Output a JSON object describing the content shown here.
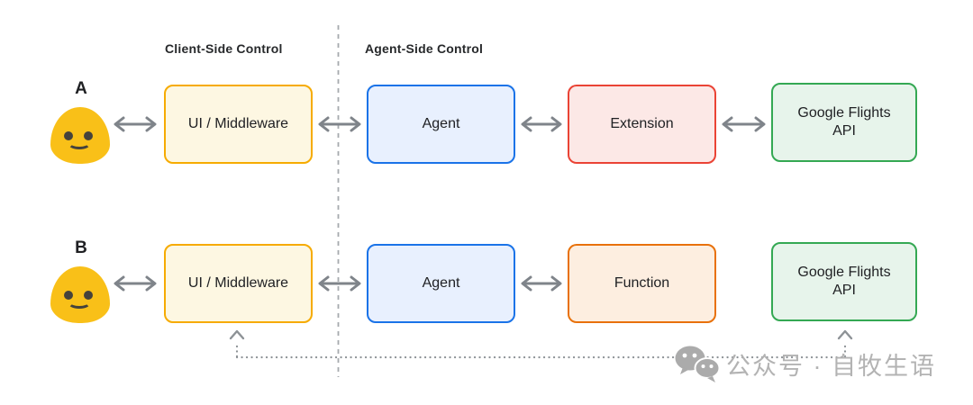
{
  "diagram": {
    "headers": {
      "client_side": "Client-Side Control",
      "agent_side": "Agent-Side Control"
    },
    "rows": [
      {
        "label": "A",
        "user_icon": "smiling-person-emoji",
        "nodes": [
          {
            "label": "UI / Middleware",
            "color": "yellow",
            "fill": "#FDF7E2",
            "border": "#F6AB00"
          },
          {
            "label": "Agent",
            "color": "blue",
            "fill": "#E8F0FE",
            "border": "#1A73E8"
          },
          {
            "label": "Extension",
            "color": "red",
            "fill": "#FCE8E6",
            "border": "#EA4335"
          },
          {
            "label": "Google Flights\nAPI",
            "color": "green",
            "fill": "#E7F4EB",
            "border": "#34A853"
          }
        ]
      },
      {
        "label": "B",
        "user_icon": "smiling-person-emoji",
        "nodes": [
          {
            "label": "UI / Middleware",
            "color": "yellow",
            "fill": "#FDF7E2",
            "border": "#F6AB00"
          },
          {
            "label": "Agent",
            "color": "blue",
            "fill": "#E8F0FE",
            "border": "#1A73E8"
          },
          {
            "label": "Function",
            "color": "orange",
            "fill": "#FDEEE0",
            "border": "#E8710A"
          },
          {
            "label": "Google Flights\nAPI",
            "color": "green",
            "fill": "#E7F4EB",
            "border": "#34A853"
          }
        ]
      }
    ],
    "connectors": {
      "solid_arrow_color": "#7f848a",
      "dashed_divider_color": "#a6aaae",
      "dotted_feedback_color": "#8d9296"
    },
    "watermark": {
      "icon": "wechat-icon",
      "text": "公众号 · 自牧生语",
      "color": "#B3B3B3"
    }
  }
}
